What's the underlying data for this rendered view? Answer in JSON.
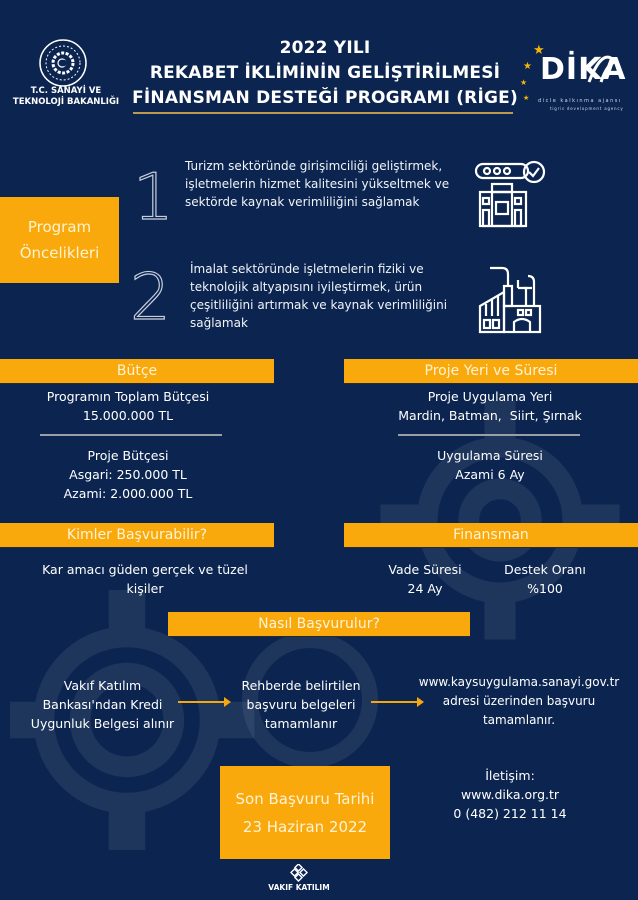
{
  "header": {
    "title_lines": [
      "2022 YILI",
      "REKABET İKLİMİNİN GELİŞTİRİLMESİ",
      "FİNANSMAN DESTEĞİ PROGRAMI (RİGE)"
    ],
    "ministry": {
      "line1": "T.C. SANAYİ VE",
      "line2": "TEKNOLOJİ BAKANLIĞI",
      "icon": "ministry-emblem-icon"
    },
    "agency": {
      "name": "DİKA",
      "sub1": "dicle kalkınma ajansı",
      "sub2": "tigris development agency",
      "icon": "dika-logo-icon"
    }
  },
  "priorities": {
    "box_lines": [
      "Program",
      "Öncelikleri"
    ],
    "items": [
      {
        "number": "1",
        "lines": [
          "Turizm sektöründe girişimciliği geliştirmek,",
          "işletmelerin hizmet kalitesini yükseltmek ve",
          "sektörde kaynak verimliliğini sağlamak"
        ],
        "icon": "hotel-rating-icon"
      },
      {
        "number": "2",
        "lines": [
          "İmalat sektöründe işletmelerin fiziki ve",
          "teknolojik altyapısını iyileştirmek, ürün",
          "çeşitliliğini artırmak ve kaynak verimliliğini",
          "sağlamak"
        ],
        "icon": "factory-icon"
      }
    ]
  },
  "budget": {
    "heading": "Bütçe",
    "total_label": "Programın Toplam Bütçesi",
    "total_value": "15.000.000 TL",
    "project_label": "Proje Bütçesi",
    "min": "Asgari: 250.000 TL",
    "max": "Azami: 2.000.000 TL"
  },
  "location": {
    "heading": "Proje Yeri ve Süresi",
    "place_label": "Proje Uygulama Yeri",
    "place_value": "Mardin, Batman,  Siirt, Şırnak",
    "duration_label": "Uygulama Süresi",
    "duration_value": "Azami 6 Ay"
  },
  "eligibility": {
    "heading": "Kimler Başvurabilir?",
    "line1": "Kar amacı güden gerçek ve tüzel",
    "line2": "kişiler"
  },
  "financing": {
    "heading": "Finansman",
    "term_label": "Vade Süresi",
    "term_value": "24 Ay",
    "rate_label": "Destek Oranı",
    "rate_value": "%100"
  },
  "how_to_apply": {
    "heading": "Nasıl Başvurulur?",
    "steps": [
      {
        "lines": [
          "Vakıf Katılım",
          "Bankası'ndan Kredi",
          "Uygunluk Belgesi alınır"
        ]
      },
      {
        "lines": [
          "Rehberde belirtilen",
          "başvuru belgeleri",
          "tamamlanır"
        ]
      },
      {
        "lines": [
          "www.kaysuygulama.sanayi.gov.tr",
          "adresi üzerinden başvuru",
          "tamamlanır."
        ]
      }
    ]
  },
  "deadline": {
    "label": "Son Başvuru Tarihi",
    "date": "23 Haziran 2022"
  },
  "contact": {
    "label": "İletişim:",
    "website": "www.dika.org.tr",
    "phone": "0 (482) 212 11 14"
  },
  "footer": {
    "bank": "VAKIF KATILIM",
    "icon": "vakif-katilim-logo-icon"
  },
  "colors": {
    "background": "#0c2550",
    "accent": "#f9a90b",
    "title_rule": "#b99a4e"
  }
}
